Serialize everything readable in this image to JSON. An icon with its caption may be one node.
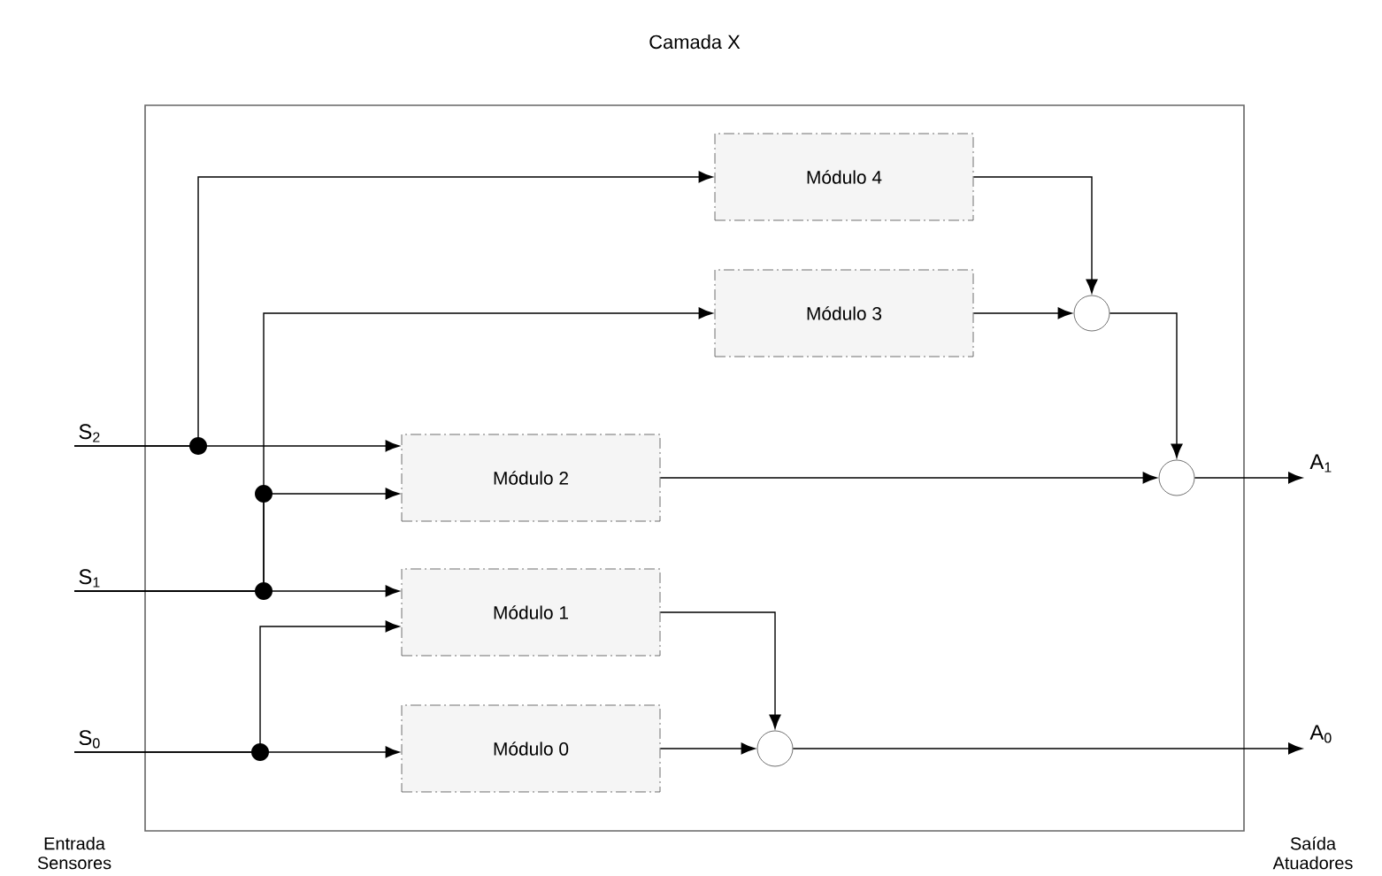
{
  "diagram": {
    "nodes": [
      {
        "text": [
          "Camada X"
        ]
      },
      {
        "text": [
          "Módulo 4"
        ],
        "in": 0
      },
      {
        "text": [
          "Módulo 3"
        ],
        "in": 0
      },
      {
        "text": [
          "Módulo 2"
        ],
        "in": 0
      },
      {
        "text": [
          "Módulo 1"
        ],
        "in": 0
      },
      {
        "text": [
          "Módulo 0"
        ],
        "in": 0
      },
      {
        "text": [],
        "shape": "circle",
        "in": 0
      },
      {
        "text": [],
        "shape": "circle",
        "in": 0
      },
      {
        "text": [],
        "shape": "circle",
        "in": 0
      },
      {
        "text": [
          "S$_{2}$"
        ]
      },
      {
        "text": [
          "S$_{1}$"
        ]
      },
      {
        "text": [
          "S$_{0}$"
        ]
      },
      {
        "text": [
          "A$_{1}$"
        ]
      },
      {
        "text": [
          "A$_{0}$"
        ]
      }
    ],
    "edges": [
      {
        "from": 9,
        "to": 3,
        "arrow": "to"
      },
      {
        "from": 9,
        "to": 1,
        "arrow": "to"
      },
      {
        "from": 10,
        "to": 3,
        "arrow": "to"
      },
      {
        "from": 10,
        "to": 4,
        "arrow": "to"
      },
      {
        "from": 10,
        "to": 2,
        "arrow": "to"
      },
      {
        "from": 11,
        "to": 5,
        "arrow": "to"
      },
      {
        "from": 11,
        "to": 4,
        "arrow": "to"
      },
      {
        "from": 1,
        "to": 6,
        "arrow": "to"
      },
      {
        "from": 2,
        "to": 6,
        "arrow": "to"
      },
      {
        "from": 6,
        "to": 7,
        "arrow": "to"
      },
      {
        "from": 3,
        "to": 7,
        "arrow": "to"
      },
      {
        "from": 7,
        "to": 12,
        "arrow": "to"
      },
      {
        "from": 4,
        "to": 8,
        "arrow": "to"
      },
      {
        "from": 5,
        "to": 8,
        "arrow": "to"
      },
      {
        "from": 8,
        "to": 13,
        "arrow": "to"
      }
    ],
    "labels": [
      "Entrada Sensores",
      "Saída Atuadores"
    ]
  }
}
